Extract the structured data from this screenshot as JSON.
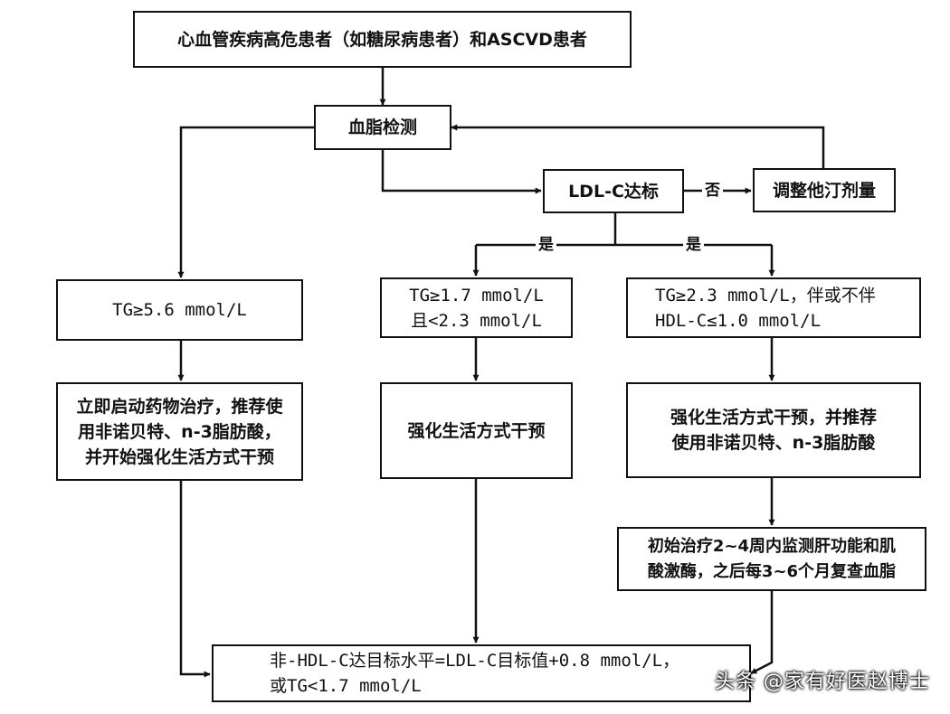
{
  "nodes": {
    "start": "心血管疾病高危患者（如糖尿病患者）和ASCVD患者",
    "lipid_test": "血脂检测",
    "ldl_target": "LDL-C达标",
    "adjust_statin": "调整他汀剂量",
    "tg_high": "TG≥5.6 mmol/L",
    "tg_mid": [
      "TG≥1.7 mmol/L",
      "且<2.3 mmol/L"
    ],
    "tg_hdl": [
      "TG≥2.3 mmol/L，伴或不伴",
      "HDL-C≤1.0 mmol/L"
    ],
    "treat_immediate": [
      "立即启动药物治疗，推荐使",
      "用非诺贝特、n-3脂肪酸，",
      "并开始强化生活方式干预"
    ],
    "lifestyle": "强化生活方式干预",
    "lifestyle_fenofibrate": [
      "强化生活方式干预，并推荐",
      "使用非诺贝特、n-3脂肪酸"
    ],
    "monitor": [
      "初始治疗2~4周内监测肝功能和肌",
      "酸激酶，之后每3~6个月复查血脂"
    ],
    "final_goal": [
      "非-HDL-C达目标水平=LDL-C目标值+0.8 mmol/L，",
      "或TG<1.7 mmol/L"
    ]
  },
  "edge_labels": {
    "no": "否",
    "yes_left": "是",
    "yes_right": "是"
  },
  "watermark": "头条 @家有好医赵博士"
}
